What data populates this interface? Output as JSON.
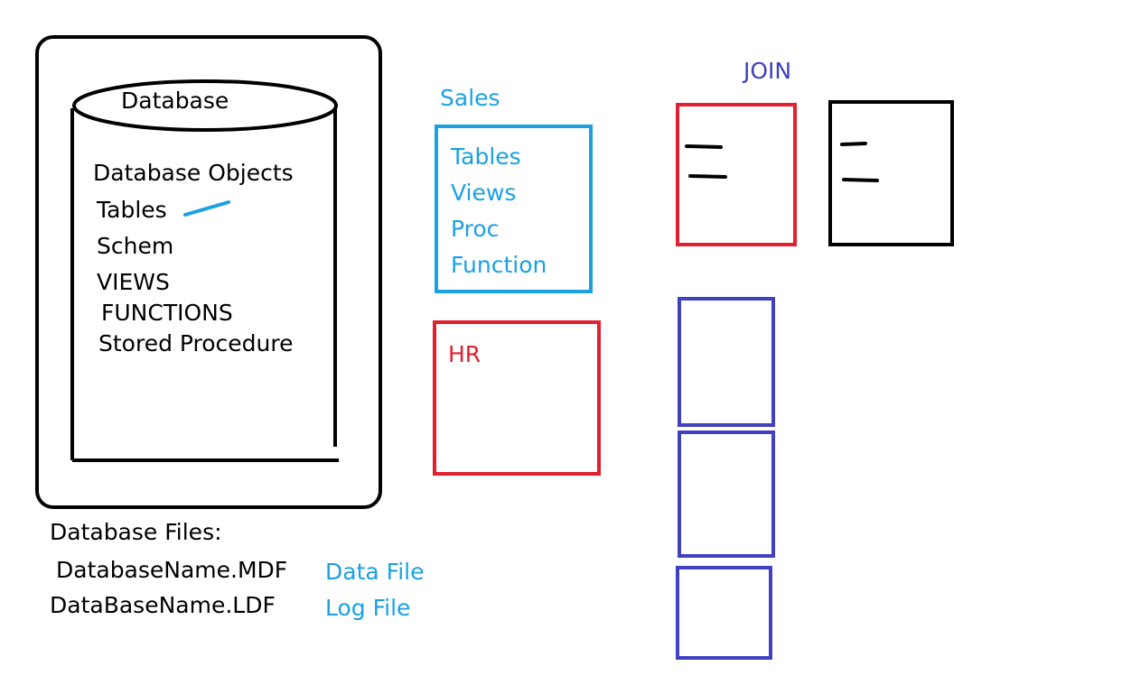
{
  "colors": {
    "black": "#000000",
    "cyan": "#1ba1e2",
    "red": "#e02030",
    "blue": "#4040c0"
  },
  "database": {
    "cylinder_label": "Database",
    "objects_heading": "Database Objects",
    "objects": [
      "Tables",
      "Schem",
      "VIEWS",
      "FUNCTIONS",
      "Stored Procedure"
    ]
  },
  "files": {
    "heading": "Database Files:",
    "mdf_name": "DatabaseName.MDF",
    "ldf_name": "DataBaseName.LDF",
    "mdf_desc": "Data File",
    "ldf_desc": "Log File"
  },
  "schemas": {
    "sales": {
      "label": "Sales",
      "items": [
        "Tables",
        "Views",
        "Proc",
        "Function"
      ]
    },
    "hr": {
      "label": "HR"
    }
  },
  "join": {
    "label": "JOIN"
  }
}
